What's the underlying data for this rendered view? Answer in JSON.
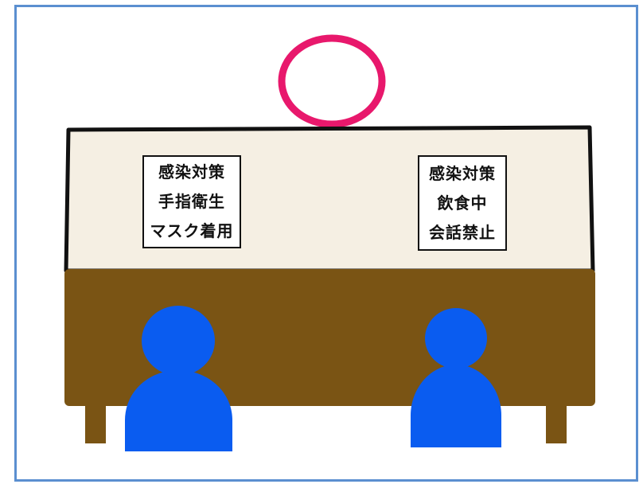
{
  "signs": {
    "left": {
      "line1": "感染対策",
      "line2": "手指衛生",
      "line3": "マスク着用"
    },
    "right": {
      "line1": "感染対策",
      "line2": "飲食中",
      "line3": "会話禁止"
    }
  },
  "colors": {
    "frame_border": "#5b8fd0",
    "partition_fill": "#f5efe3",
    "table": "#7a5414",
    "person": "#0a5cf0",
    "circle": "#e8186c"
  }
}
